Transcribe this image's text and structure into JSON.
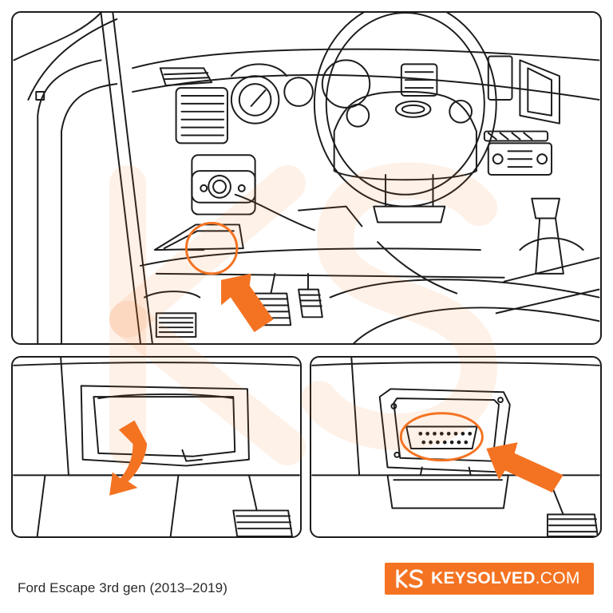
{
  "caption": "Ford Escape 3rd gen (2013–2019)",
  "brand": {
    "name": "KEYSOLVED",
    "suffix": ".COM",
    "logo_icon": "ks-logo-icon"
  },
  "colors": {
    "accent": "#f47322",
    "line": "#1c1c1c",
    "watermark": "#fbe3d2"
  },
  "panels": [
    {
      "name": "dashboard-overview",
      "highlight": "obd-port-location-circle",
      "arrow": "pointing-arrow"
    },
    {
      "name": "open-panel-cover",
      "arrow": "pull-down-arrow"
    },
    {
      "name": "obd2-connector-closeup",
      "highlight": "obd2-connector-circle",
      "arrow": "pointing-arrow"
    }
  ]
}
